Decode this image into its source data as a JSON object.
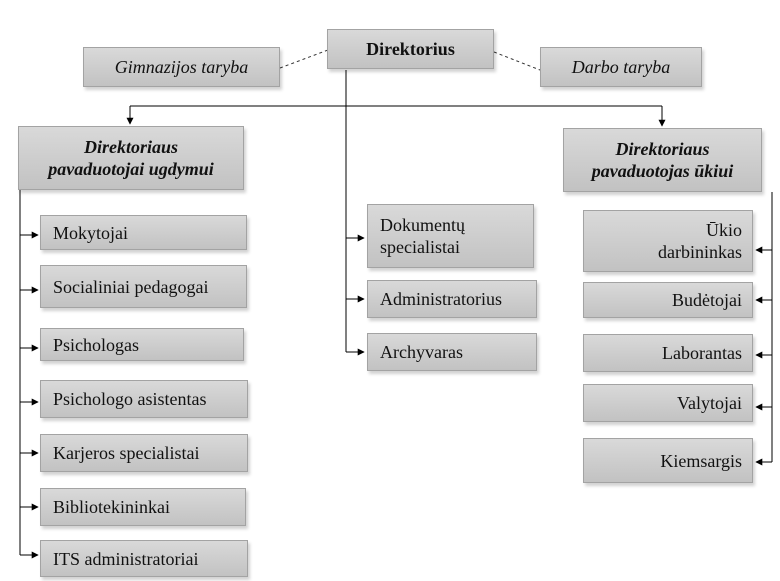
{
  "director": "Direktorius",
  "boards": {
    "left": "Gimnazijos taryba",
    "right": "Darbo taryba"
  },
  "deputy_education": "Direktoriaus\npavaduotojai ugdymui",
  "deputy_household": "Direktoriaus\npavaduotojas ūkiui",
  "education_staff": [
    "Mokytojai",
    "Socialiniai pedagogai",
    "Psichologas",
    "Psichologo asistentas",
    "Karjeros specialistai",
    "Bibliotekininkai",
    "ITS administratoriai"
  ],
  "director_staff": [
    "Dokumentų\nspecialistai",
    "Administratorius",
    "Archyvaras"
  ],
  "household_staff": [
    "Ūkio\ndarbininkas",
    "Budėtojai",
    "Laborantas",
    "Valytojai",
    "Kiemsargis"
  ]
}
